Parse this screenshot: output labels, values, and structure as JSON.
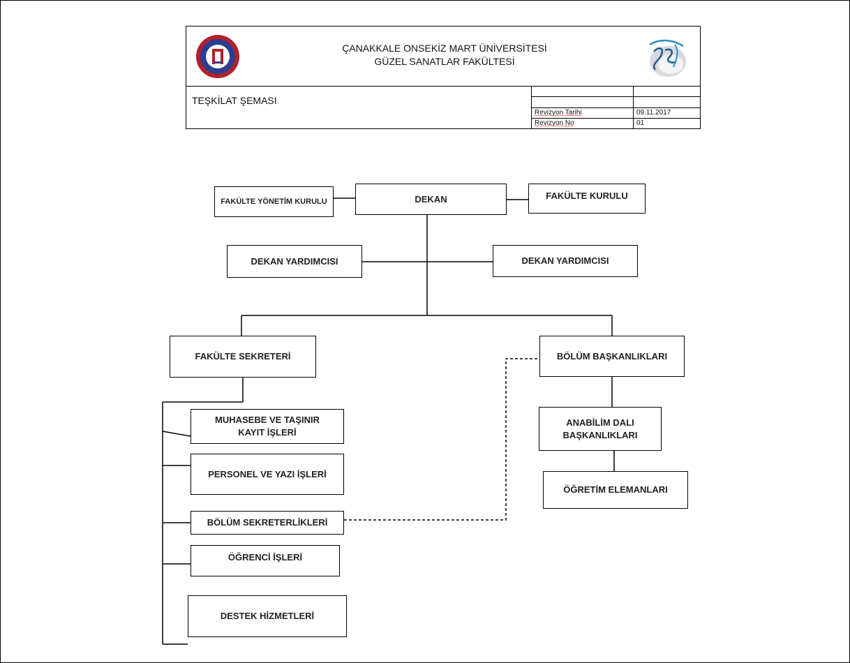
{
  "header": {
    "university": "ÇANAKKALE ONSEKİZ MART ÜNİVERSİTESİ",
    "faculty": "GÜZEL SANATLAR FAKÜLTESİ",
    "document_title": "TEŞKİLAT ŞEMASI",
    "revision_date_label": "Revizyon Tarihi",
    "revision_date": "09.11.2017",
    "revision_no_label": "Revizyon No",
    "revision_no": "01",
    "left_logo_icon": "university-seal-icon",
    "right_logo_icon": "gsf-logo-icon"
  },
  "org": {
    "dean": "DEKAN",
    "faculty_board_admin": "FAKÜLTE YÖNETİM KURULU",
    "faculty_board": "FAKÜLTE KURULU",
    "vice_dean_left": "DEKAN YARDIMCISI",
    "vice_dean_right": "DEKAN YARDIMCISI",
    "faculty_secretary": "FAKÜLTE SEKRETERİ",
    "department_heads": "BÖLÜM BAŞKANLIKLARI",
    "accounting": "MUHASEBE VE TAŞINIR KAYIT İŞLERİ",
    "personnel": "PERSONEL VE YAZI İŞLERİ",
    "department_secretariats": "BÖLÜM SEKRETERLİKLERİ",
    "student_affairs": "ÖĞRENCİ İŞLERİ",
    "support_services": "DESTEK HİZMETLERİ",
    "division_heads": "ANABİLİM DALI BAŞKANLIKLARI",
    "teaching_staff": "ÖĞRETİM ELEMANLARI"
  }
}
